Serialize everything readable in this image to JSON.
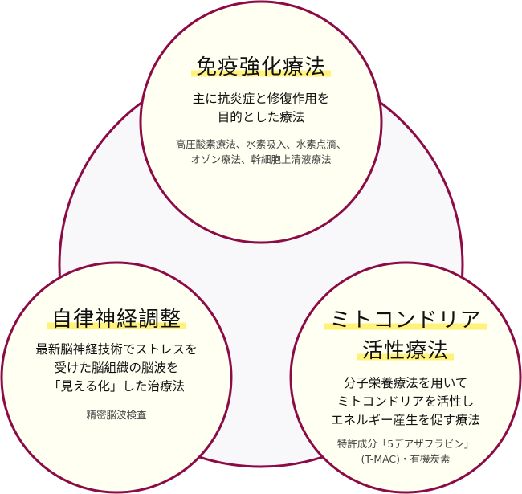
{
  "colors": {
    "stroke": "#8c0a46",
    "circle_fill": "#fffff2",
    "center_fill": "#f8f8fa",
    "highlight": "#fff27a"
  },
  "circles": [
    {
      "id": "immune",
      "title_lines": [
        "免疫強化療法"
      ],
      "description_lines": [
        "主に抗炎症と修復作用を",
        "目的とした療法"
      ],
      "sub_lines": [
        "高圧酸素療法、水素吸入、水素点滴、",
        "オゾン療法、幹細胞上清液療法"
      ]
    },
    {
      "id": "autonomic",
      "title_lines": [
        "自律神経調整"
      ],
      "description_lines": [
        "最新脳神経技術でストレスを",
        "受けた脳組織の脳波を",
        "「見える化」した治療法"
      ],
      "sub_lines": [
        "精密脳波検査"
      ]
    },
    {
      "id": "mitochondria",
      "title_lines": [
        "ミトコンドリア",
        "活性療法"
      ],
      "description_lines": [
        "分子栄養療法を用いて",
        "ミトコンドリアを活性し",
        "エネルギー産生を促す療法"
      ],
      "sub_lines": [
        "特許成分「5デアザフラビン」",
        "(T-MAC)・有機炭素"
      ]
    }
  ]
}
